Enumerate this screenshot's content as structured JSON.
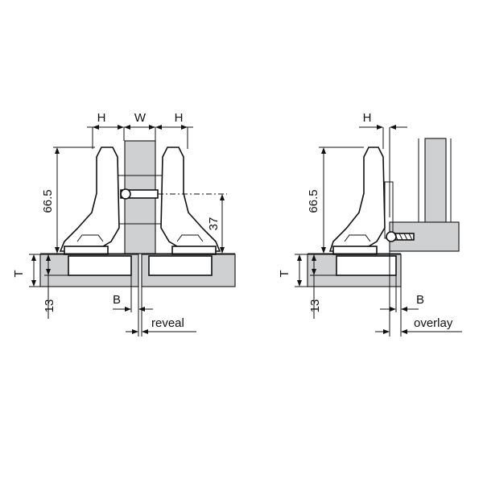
{
  "colors": {
    "panel_fill": "#cfd0d2",
    "line": "#111111",
    "background": "#ffffff"
  },
  "left_figure": {
    "label_h_left": "H",
    "label_w": "W",
    "label_h_right": "H",
    "dim_height": "66.5",
    "dim_screw": "37",
    "label_t": "T",
    "dim_13": "13",
    "label_b": "B",
    "label_reveal": "reveal"
  },
  "right_figure": {
    "label_h": "H",
    "dim_height": "66.5",
    "label_t": "T",
    "dim_13": "13",
    "label_b": "B",
    "label_overlay": "overlay"
  }
}
